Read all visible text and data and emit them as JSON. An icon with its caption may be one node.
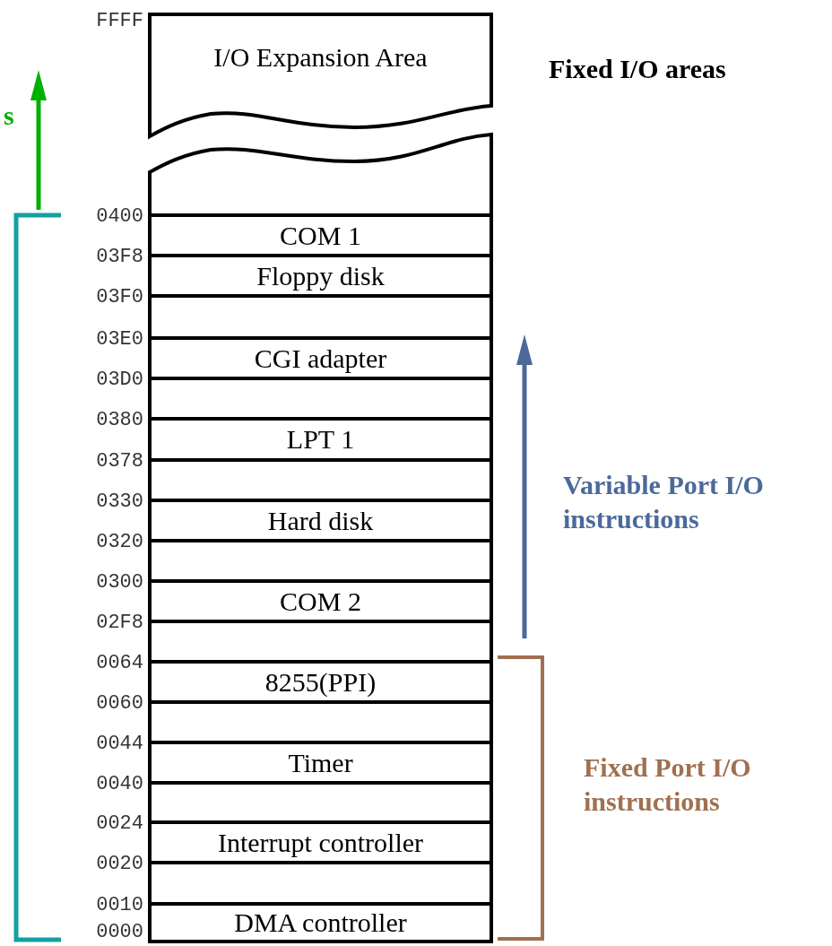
{
  "diagram": {
    "nodes": [
      {
        "text": [
          "I/O Expansion Area"
        ]
      },
      {
        "text": [],
        "shape": "box"
      },
      {
        "text": [
          "COM 1"
        ]
      },
      {
        "text": [
          "Floppy disk"
        ]
      },
      {
        "text": [],
        "shape": "box"
      },
      {
        "text": [
          "CGI adapter"
        ]
      },
      {
        "text": [],
        "shape": "box"
      },
      {
        "text": [
          "LPT 1"
        ]
      },
      {
        "text": [],
        "shape": "box"
      },
      {
        "text": [
          "Hard disk"
        ]
      },
      {
        "text": [],
        "shape": "box"
      },
      {
        "text": [
          "COM 2"
        ]
      },
      {
        "text": [],
        "shape": "box"
      },
      {
        "text": [
          "8255(PPI)"
        ]
      },
      {
        "text": [],
        "shape": "box"
      },
      {
        "text": [
          "Timer"
        ]
      },
      {
        "text": [],
        "shape": "box"
      },
      {
        "text": [
          "Interrupt controller"
        ]
      },
      {
        "text": [],
        "shape": "box"
      },
      {
        "text": [
          "DMA controller"
        ]
      }
    ],
    "edges": [],
    "labels": [
      "FFFF",
      "Fixed I/O areas",
      "s",
      "0400",
      "03F8",
      "03F0",
      "03E0",
      "03D0",
      "0380",
      "0378",
      "0330",
      "0320",
      "0300",
      "02F8",
      "0064",
      "0060",
      "0044",
      "0040",
      "0024",
      "0020",
      "0010",
      "0000",
      "Variable Port I/O instructions",
      "Fixed Port I/O instructions"
    ]
  }
}
